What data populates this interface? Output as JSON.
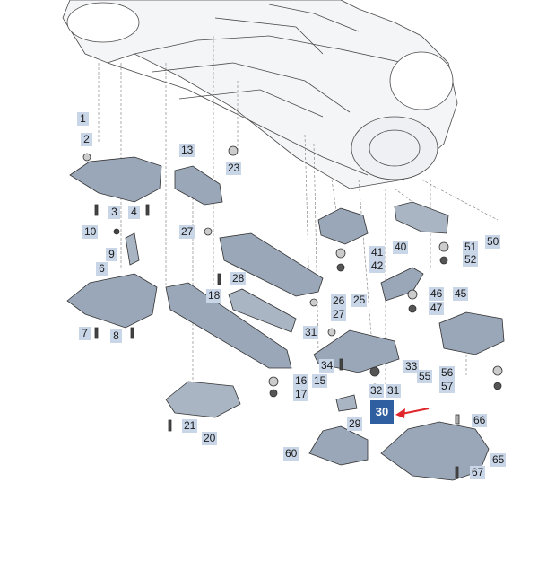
{
  "diagram": {
    "highlight_color": "#2f5fa0",
    "label_color": "#c9d6e8",
    "arrow_color": "#e0262a",
    "callouts": {
      "c1": "1",
      "c2": "2",
      "c3": "3",
      "c4": "4",
      "c6": "6",
      "c7": "7",
      "c8": "8",
      "c9": "9",
      "c10": "10",
      "c13": "13",
      "c15": "15",
      "c16": "16",
      "c17": "17",
      "c18": "18",
      "c20": "20",
      "c21": "21",
      "c23": "23",
      "c25": "25",
      "c26": "26",
      "c27a": "27",
      "c27b": "27",
      "c28": "28",
      "c29": "29",
      "c30": "30",
      "c31a": "31",
      "c31b": "31",
      "c32": "32",
      "c33": "33",
      "c34": "34",
      "c40": "40",
      "c41": "41",
      "c42": "42",
      "c45": "45",
      "c46": "46",
      "c47": "47",
      "c50": "50",
      "c51": "51",
      "c52": "52",
      "c55": "55",
      "c56": "56",
      "c57": "57",
      "c60": "60",
      "c65": "65",
      "c66": "66",
      "c67": "67"
    }
  }
}
